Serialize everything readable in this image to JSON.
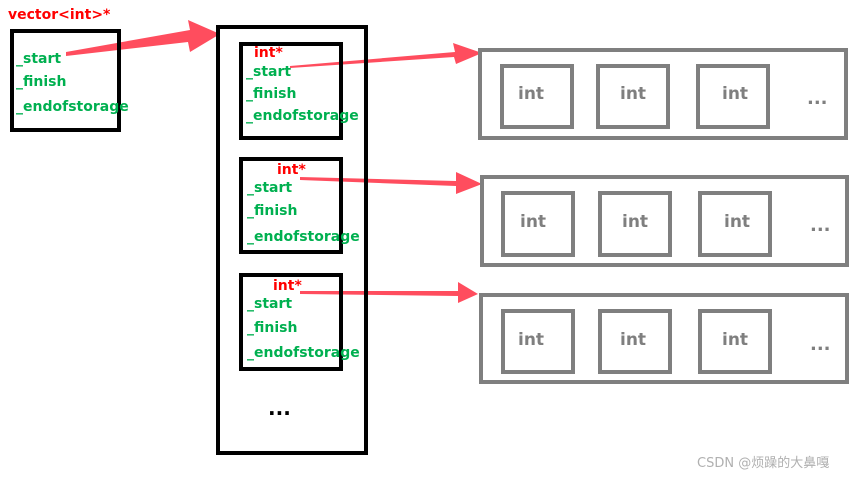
{
  "outer": {
    "type_label": "vector<int>*",
    "fields": [
      "_start",
      "_finish",
      "_endofstorage"
    ]
  },
  "rows": [
    {
      "type_label": "int*",
      "fields": [
        "_start",
        "_finish",
        "_endofstorage"
      ],
      "cells": [
        "int",
        "int",
        "int"
      ],
      "more": "..."
    },
    {
      "type_label": "int*",
      "fields": [
        "_start",
        "_finish",
        "_endofstorage"
      ],
      "cells": [
        "int",
        "int",
        "int"
      ],
      "more": "..."
    },
    {
      "type_label": "int*",
      "fields": [
        "_start",
        "_finish",
        "_endofstorage"
      ],
      "cells": [
        "int",
        "int",
        "int"
      ],
      "more": "..."
    }
  ],
  "container_more": "...",
  "watermark": "CSDN @烦躁的大鼻嘎",
  "colors": {
    "type_label": "#ff0000",
    "fields": "#00b050",
    "arrows": "#ff4d5e",
    "data_boxes": "#7f7f7f",
    "pointer_boxes": "#000000"
  }
}
